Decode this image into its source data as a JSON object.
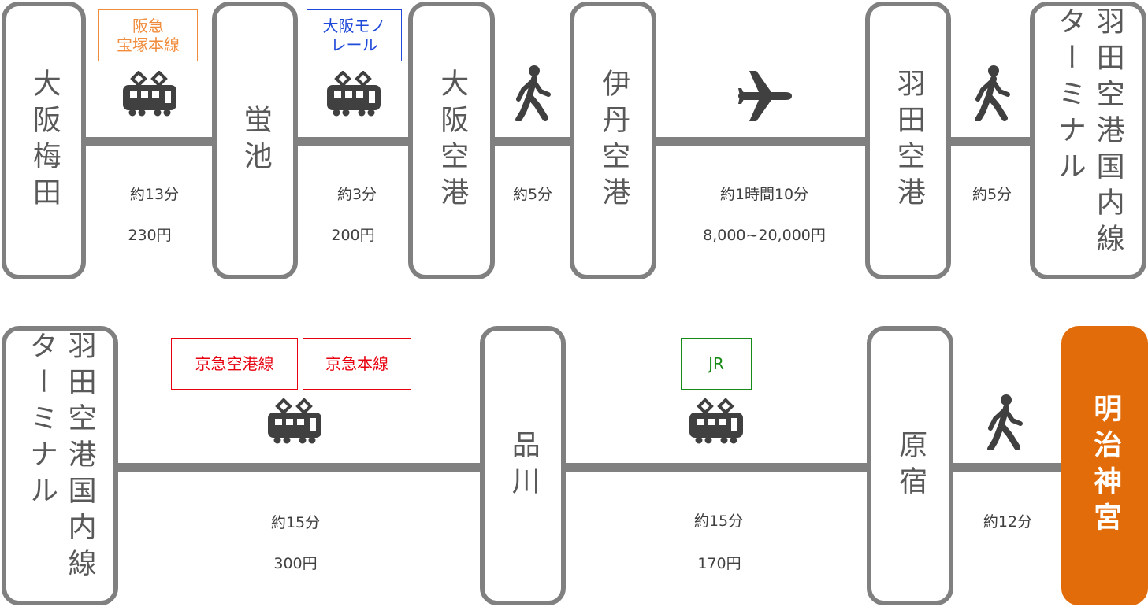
{
  "stations": {
    "umeda": "大阪梅田",
    "hotarugaike": "蛍池",
    "osaka_airport": "大阪空港",
    "itami": "伊丹空港",
    "haneda": "羽田空港",
    "haneda_domestic": "羽田空港国内線ターミナル",
    "shinagawa": "品川",
    "harajuku": "原宿",
    "meiji_jingu": "明治神宮"
  },
  "legs": {
    "leg1": {
      "line": "阪急\n宝塚本線",
      "time": "約13分",
      "fare": "230円",
      "mode": "train-icon"
    },
    "leg2": {
      "line": "大阪モノ\nレール",
      "time": "約3分",
      "fare": "200円",
      "mode": "train-icon"
    },
    "leg3": {
      "time": "約5分",
      "mode": "walk-icon"
    },
    "leg4": {
      "time": "約1時間10分",
      "fare": "8,000~20,000円",
      "mode": "plane-icon"
    },
    "leg5": {
      "time": "約5分",
      "mode": "walk-icon"
    },
    "leg6": {
      "line_a": "京急空港線",
      "line_b": "京急本線",
      "time": "約15分",
      "fare": "300円",
      "mode": "train-icon"
    },
    "leg7": {
      "line": "JR",
      "time": "約15分",
      "fare": "170円",
      "mode": "train-icon"
    },
    "leg8": {
      "time": "約12分",
      "mode": "walk-icon"
    }
  },
  "colors": {
    "hankyu": "#f08c3c",
    "monorail": "#1f49d8",
    "keikyu": "#e8000f",
    "jr": "#178a17",
    "destination": "#e36c0a",
    "frame": "#808080",
    "icon": "#404040"
  }
}
